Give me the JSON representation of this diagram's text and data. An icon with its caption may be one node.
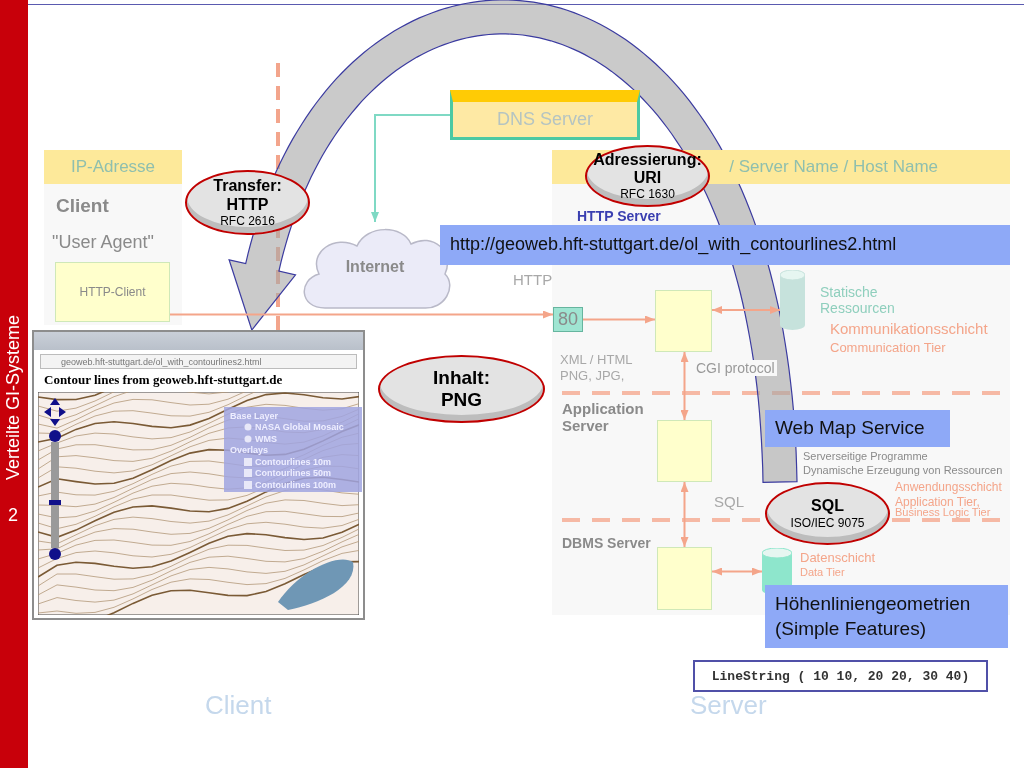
{
  "diagram": {
    "nodes": [
      {
        "text": [
          "IP-Adresse",
          "Client",
          "\"User Agent\""
        ]
      },
      {
        "text": [
          "HTTP-Client"
        ],
        "in": 0
      },
      {
        "text": [
          "Internet"
        ]
      },
      {
        "text": [
          "DNS Server"
        ]
      },
      {
        "text": [
          "/ Server Name / Host Name"
        ]
      },
      {
        "text": [
          "80"
        ],
        "in": 4
      },
      {
        "text": [],
        "shape": "box",
        "in": 4
      },
      {
        "text": [],
        "shape": "cylinder",
        "in": 4,
        "beside": [
          "Statische Ressourcen"
        ]
      },
      {
        "text": [],
        "shape": "box",
        "in": 4
      },
      {
        "text": [],
        "shape": "box",
        "in": 4
      },
      {
        "text": [],
        "shape": "cylinder",
        "in": 4
      },
      {
        "text": [
          "geoweb.hft-stuttgart.de/ol_with_contourlines2.html",
          "Contour lines from geoweb.hft-stuttgart.de"
        ]
      },
      {
        "text": [
          "Base Layer",
          "NASA Global Mosaic",
          "WMS",
          "Overlays",
          "Contourlines 10m",
          "Contourlines 50m",
          "Contourlines 100m"
        ],
        "in": 11
      },
      {
        "text": [
          "Transfer: HTTP",
          "RFC 2616"
        ]
      },
      {
        "text": [
          "Adressierung: URI",
          "RFC 1630"
        ],
        "in": 4
      },
      {
        "text": [
          "Inhalt: PNG"
        ]
      },
      {
        "text": [
          "SQL",
          "ISO/IEC 9075"
        ],
        "in": 4
      },
      {
        "text": [
          "http://geoweb.hft-stuttgart.de/ol_with_contourlines2.html"
        ]
      },
      {
        "text": [
          "Web Map Service"
        ],
        "in": 4
      },
      {
        "text": [
          "Höhenliniengeometrien (Simple Features)"
        ]
      },
      {
        "text": [
          "LineString ( 10 10, 20 20, 30 40)"
        ]
      }
    ],
    "edges": [
      {
        "from": 16,
        "to": 11,
        "arrow": "to",
        "style": "thick",
        "color": "#a6a6a6"
      },
      {
        "from": 1,
        "to": 5,
        "arrow": "to"
      },
      {
        "from": 5,
        "to": 6,
        "arrow": "to"
      },
      {
        "from": 6,
        "to": 7,
        "arrow": "both"
      },
      {
        "from": 6,
        "to": 8,
        "arrow": "both"
      },
      {
        "from": 8,
        "to": 9,
        "arrow": "both"
      },
      {
        "from": 9,
        "to": 10,
        "arrow": "both"
      },
      {
        "from": 3,
        "to": 2,
        "arrow": "to",
        "color": "#7fd9c4"
      }
    ],
    "labels": [
      "Verteilte GI-Systeme",
      "2",
      "HTTP Server",
      "HTTP",
      "Kommunikationsschicht",
      "Communication Tier",
      "XML / HTML",
      "PNG, JPG,",
      "CGI protocol",
      "Application Server",
      "Serverseitige Programme",
      "Dynamische Erzeugung von Ressourcen",
      "Anwendungsschicht",
      "Application Tier,",
      "Business Logic Tier",
      "SQL",
      "DBMS Server",
      "Datenschicht",
      "Data Tier",
      "Client",
      "Server"
    ]
  }
}
